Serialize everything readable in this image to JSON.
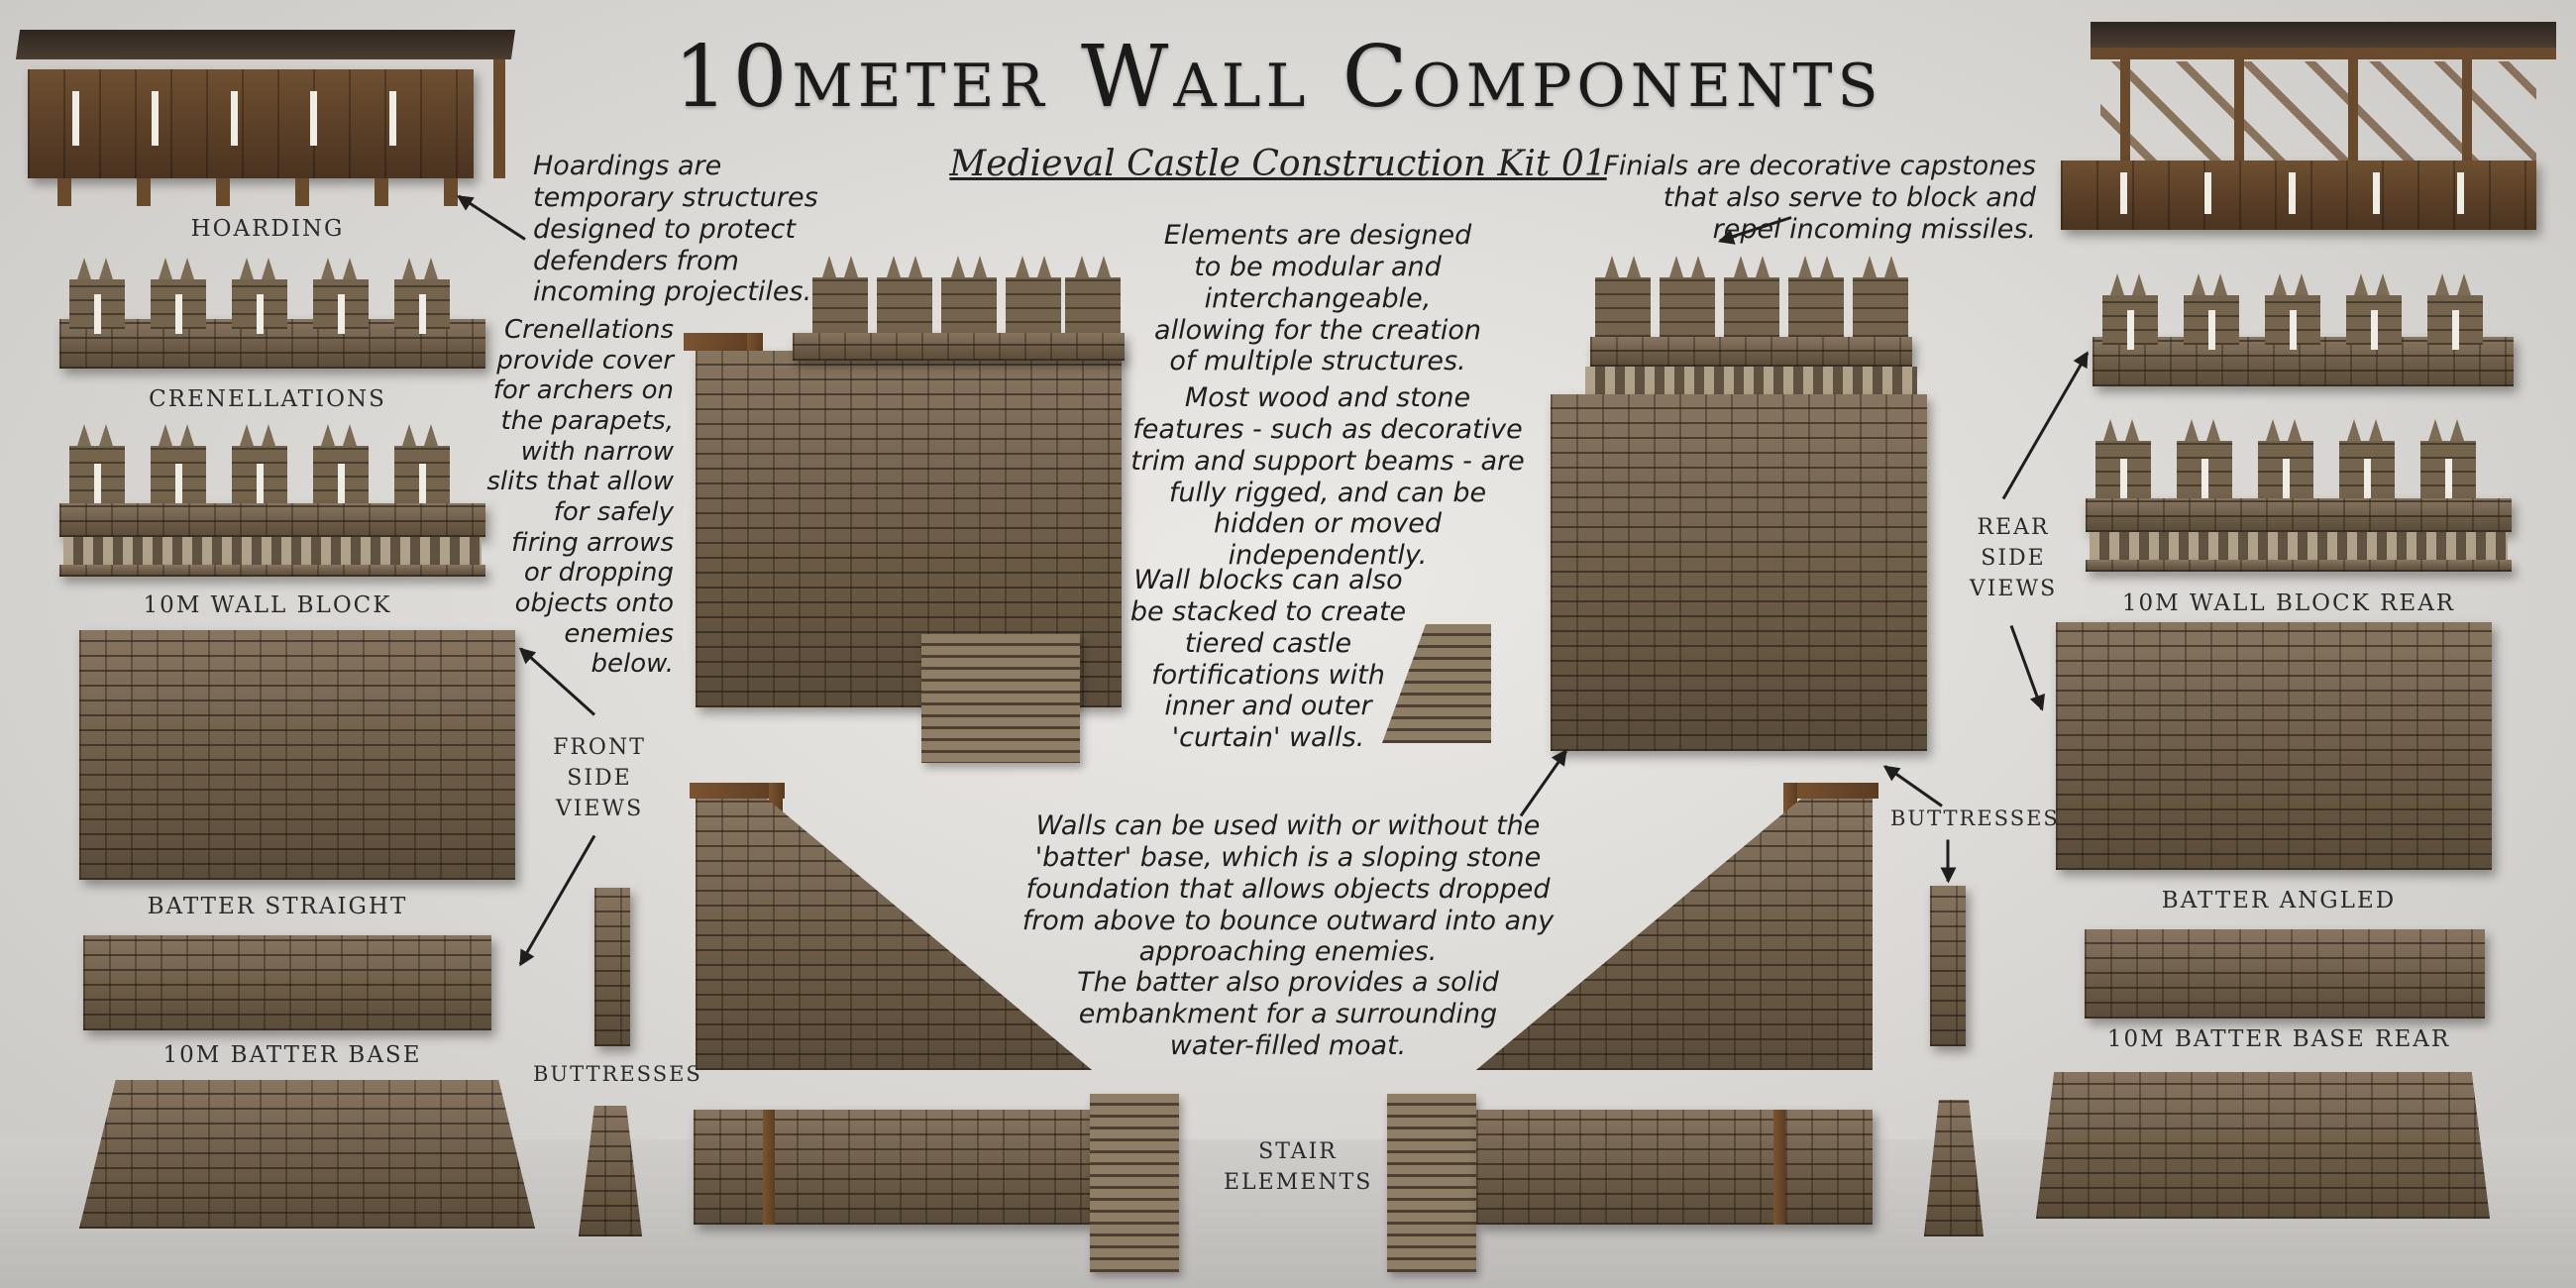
{
  "header": {
    "title": "10meter Wall Components",
    "subtitle": "Medieval Castle Construction Kit 01"
  },
  "labels": {
    "hoarding": "Hoarding",
    "crenellations": "Crenellations",
    "wall_block": "10m Wall Block",
    "batter_straight": "Batter Straight",
    "batter_base": "10m Batter Base",
    "buttresses_left": "Buttresses",
    "front_side_views": "Front Side Views",
    "stair_elements": "Stair Elements",
    "buttresses_right": "Buttresses",
    "rear_side_views": "Rear Side Views",
    "wall_block_rear": "10m Wall Block Rear",
    "batter_angled": "Batter Angled",
    "batter_base_rear": "10m Batter Base Rear"
  },
  "notes": {
    "hoardings": "Hoardings are temporary structures designed to protect defenders from incoming projectiles.",
    "crenellations": "Crenellations provide cover for archers on the parapets, with narrow slits that allow for safely firing arrows or dropping objects onto enemies below.",
    "modular": "Elements are designed to be modular and interchangeable, allowing for the creation of multiple structures.",
    "rigged": "Most wood and stone features - such as decorative trim and support beams - are fully rigged, and can be hidden or moved independently.",
    "stacked": "Wall blocks can also be stacked to create tiered castle fortifications with inner and outer 'curtain' walls.",
    "finials": "Finials are decorative capstones that also serve to block and repel incoming missiles.",
    "batter": "Walls can be used with or without the 'batter' base, which is a sloping stone foundation that allows objects dropped from above to bounce outward into any approaching enemies.",
    "embankment": "The batter also provides a solid embankment for a surrounding water-filled moat."
  }
}
